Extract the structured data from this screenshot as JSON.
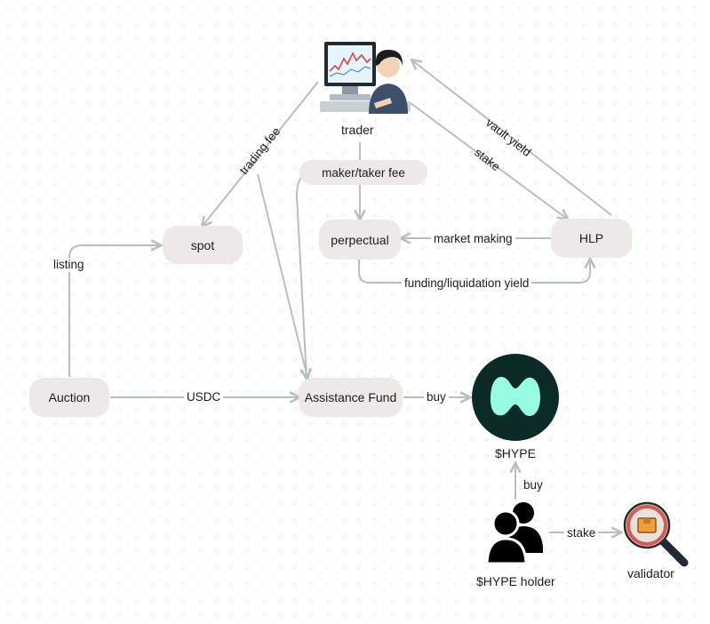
{
  "nodes": {
    "trader": "trader",
    "spot": "spot",
    "perpetual": "perpectual",
    "hlp": "HLP",
    "auction": "Auction",
    "assistance_fund": "Assistance Fund",
    "hype": "$HYPE",
    "hype_holder": "$HYPE holder",
    "validator": "validator",
    "maker_taker_fee": "maker/taker fee"
  },
  "edges": {
    "trading_fee": "trading fee",
    "listing": "listing",
    "market_making": "market making",
    "funding_liquidation_yield": "funding/liquidation yield",
    "vault_yield": "vault yield",
    "stake_trader": "stake",
    "usdc": "USDC",
    "buy_fund": "buy",
    "buy_holder": "buy",
    "stake_holder": "stake"
  },
  "colors": {
    "node_fill": "#ece9e8",
    "arrow": "#b7bfbd",
    "hype_logo_bg": "#0c2a26",
    "hype_logo_fg": "#98fce4"
  },
  "icons": [
    "trader-at-computer-icon",
    "hype-logo-icon",
    "people-icon",
    "validator-magnifier-icon"
  ]
}
